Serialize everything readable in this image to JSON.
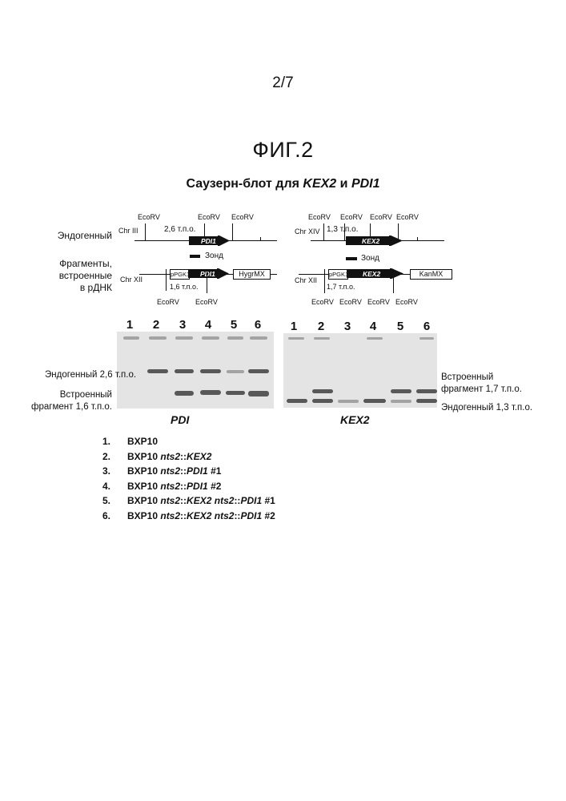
{
  "page_number": "2/7",
  "figure_title": "ФИГ.2",
  "subtitle": {
    "prefix": "Саузерн-блот для ",
    "gene1": "KEX2",
    "mid": " и ",
    "gene2": "PDI1"
  },
  "row_labels": {
    "endogenous": "Эндогенный",
    "fragments": "Фрагменты,\nвстроенные\nв рДНК"
  },
  "pdi_map": {
    "chr_endo": "Chr III",
    "size_endo": "2,6 т.п.о.",
    "gene": "PDI1",
    "ecorv": "EcoRV",
    "probe": "Зонд",
    "chr_ins": "Chr XII",
    "promoter": "pPGK1",
    "marker": "HygrMX",
    "size_ins": "1,6 т.п.о."
  },
  "kex_map": {
    "chr_endo": "Chr XIV",
    "size_endo": "1,3 т.п.о.",
    "gene": "KEX2",
    "ecorv": "EcoRV",
    "probe": "Зонд",
    "chr_ins": "Chr XII",
    "promoter": "pPGK1",
    "marker": "KanMX",
    "size_ins": "1,7 т.п.о."
  },
  "lane_numbers": [
    "1",
    "2",
    "3",
    "4",
    "5",
    "6"
  ],
  "pdi_gel": {
    "label": "PDI",
    "left_label_top": "Эндогенный 2,6 т.п.о.",
    "left_label_bottom": "Встроенный\nфрагмент 1,6 т.п.о."
  },
  "kex_gel": {
    "label": "KEX2",
    "right_label_top": "Встроенный\nфрагмент 1,7 т.п.о.",
    "right_label_bottom": "Эндогенный 1,3 т.п.о."
  },
  "legend": [
    {
      "num": "1.",
      "base": "BXP10",
      "parts": []
    },
    {
      "num": "2.",
      "base": "BXP10 ",
      "parts": [
        {
          "t": "nts2",
          "i": true
        },
        {
          "t": "::",
          "i": false
        },
        {
          "t": "KEX2",
          "i": true
        }
      ]
    },
    {
      "num": "3.",
      "base": "BXP10 ",
      "parts": [
        {
          "t": "nts2",
          "i": true
        },
        {
          "t": "::",
          "i": false
        },
        {
          "t": "PDI1",
          "i": true
        },
        {
          "t": " #1",
          "i": false
        }
      ]
    },
    {
      "num": "4.",
      "base": "BXP10 ",
      "parts": [
        {
          "t": "nts2",
          "i": true
        },
        {
          "t": "::",
          "i": false
        },
        {
          "t": "PDI1",
          "i": true
        },
        {
          "t": " #2",
          "i": false
        }
      ]
    },
    {
      "num": "5.",
      "base": "BXP10 ",
      "parts": [
        {
          "t": "nts2",
          "i": true
        },
        {
          "t": "::",
          "i": false
        },
        {
          "t": "KEX2",
          "i": true
        },
        {
          "t": " ",
          "i": false
        },
        {
          "t": "nts2",
          "i": true
        },
        {
          "t": "::",
          "i": false
        },
        {
          "t": "PDI1",
          "i": true
        },
        {
          "t": " #1",
          "i": false
        }
      ]
    },
    {
      "num": "6.",
      "base": "BXP10 ",
      "parts": [
        {
          "t": "nts2",
          "i": true
        },
        {
          "t": "::",
          "i": false
        },
        {
          "t": "KEX2",
          "i": true
        },
        {
          "t": " ",
          "i": false
        },
        {
          "t": "nts2",
          "i": true
        },
        {
          "t": "::",
          "i": false
        },
        {
          "t": "PDI1",
          "i": true
        },
        {
          "t": " #2",
          "i": false
        }
      ]
    }
  ]
}
